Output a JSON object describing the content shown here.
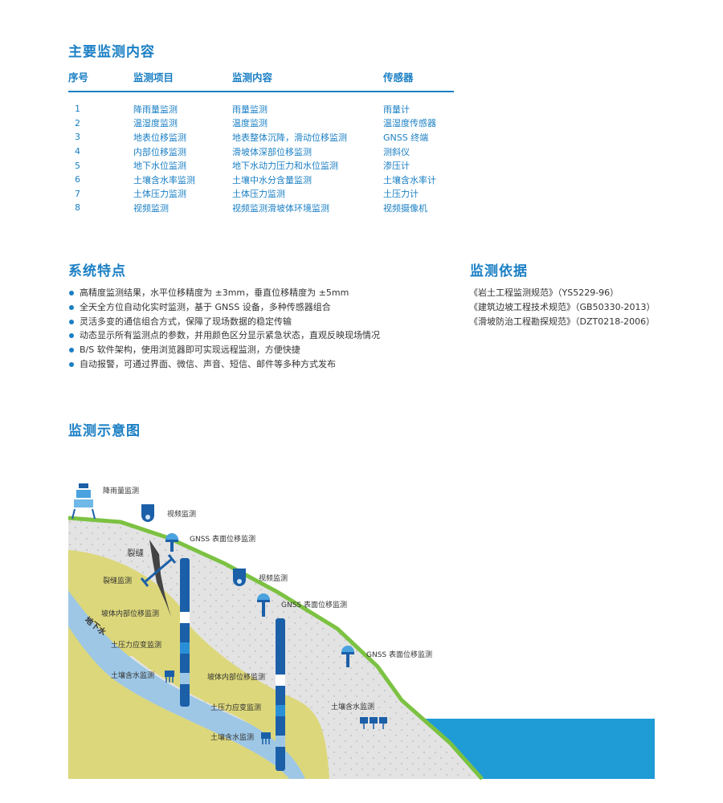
{
  "sections": {
    "monitoring_content": "主要监测内容",
    "system_features": "系统特点",
    "monitoring_basis": "监测依据",
    "diagram": "监测示意图"
  },
  "table": {
    "headers": [
      "序号",
      "监测项目",
      "监测内容",
      "传感器"
    ],
    "rows": [
      [
        "1",
        "降雨量监测",
        "雨量监测",
        "雨量计"
      ],
      [
        "2",
        "温湿度监测",
        "温度监测",
        "温湿度传感器"
      ],
      [
        "3",
        "地表位移监测",
        "地表整体沉降，滑动位移监测",
        "GNSS 终端"
      ],
      [
        "4",
        "内部位移监测",
        "滑坡体深部位移监测",
        "测斜仪"
      ],
      [
        "5",
        "地下水位监测",
        "地下水动力压力和水位监测",
        "渗压计"
      ],
      [
        "6",
        "土壤含水率监测",
        "土壤中水分含量监测",
        "土壤含水率计"
      ],
      [
        "7",
        "土体压力监测",
        "土体压力监测",
        "土压力计"
      ],
      [
        "8",
        "视频监测",
        "视频监测滑坡体环境监测",
        "视频摄像机"
      ]
    ]
  },
  "features": [
    "高精度监测结果，水平位移精度为 ±3mm，垂直位移精度为 ±5mm",
    "全天全方位自动化实时监测，基于 GNSS 设备，多种传感器组合",
    "灵活多变的通信组合方式，保障了现场数据的稳定传输",
    "动态显示所有监测点的参数，并用颜色区分显示紧急状态，直观反映现场情况",
    "B/S 软件架构，使用浏览器即可实现远程监测，方便快捷",
    "自动报警，可通过界面、微信、声音、短信、邮件等多种方式发布"
  ],
  "basis": [
    "《岩土工程监测规范》（YS5229-96）",
    "《建筑边坡工程技术规范》（GB50330-2013）",
    "《滑坡防治工程勘探规范》（DZT0218-2006）"
  ],
  "diagram_labels": {
    "rain": "降雨量监测",
    "video1": "视频监测",
    "gnss1": "GNSS 表面位移监测",
    "crack": "裂缝",
    "crack_monitor": "裂缝监测",
    "video2": "视频监测",
    "gnss2": "GNSS 表面位移监测",
    "inner1": "坡体内部位移监测",
    "groundwater": "地下水",
    "soil_pressure1": "土压力应变监测",
    "gnss3": "GNSS 表面位移监测",
    "soil_moisture1": "土壤含水监测",
    "inner2": "坡体内部位移监测",
    "soil_moisture2": "土壤含水监测",
    "soil_pressure2": "土压力应变监测",
    "soil_moisture3": "土壤含水监测"
  },
  "colors": {
    "accent": "#1a7fc4",
    "grass": "#7cc242",
    "soil_light": "#e3e3e3",
    "soil_yellow": "#dcd77a",
    "water_band": "#9ec7e6",
    "sea": "#1f9bd6",
    "pole": "#1b5fa8"
  }
}
